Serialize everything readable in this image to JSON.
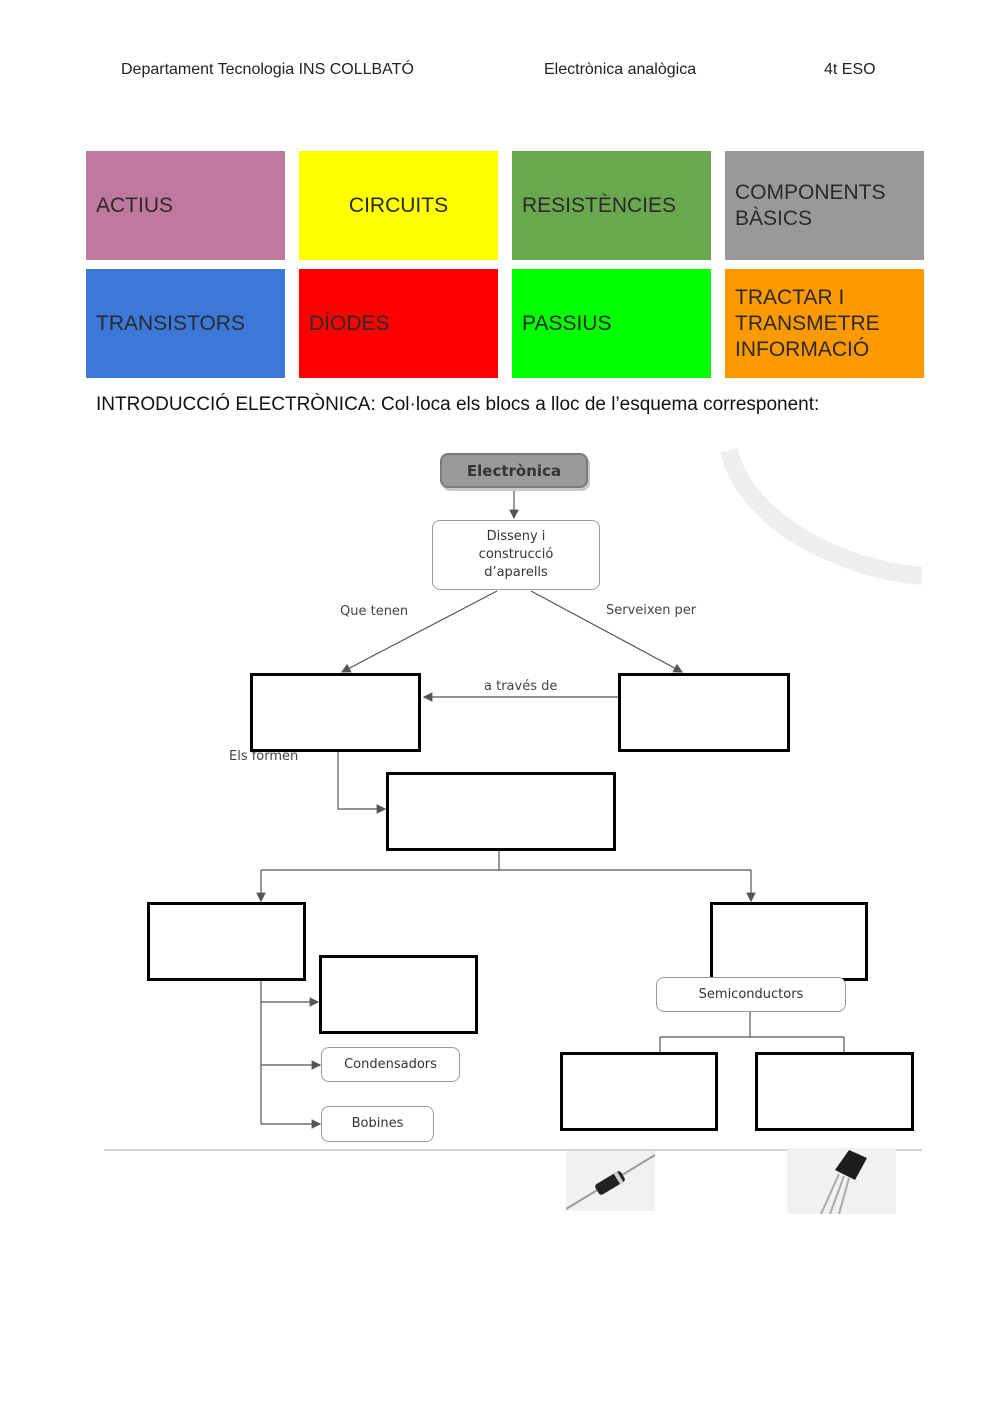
{
  "header": {
    "left": "Departament Tecnologia INS COLLBATÓ",
    "center": "Electrònica analògica",
    "right": "4t ESO"
  },
  "blocks": [
    {
      "label": "ACTIUS",
      "color": "#c0799e",
      "align": "left"
    },
    {
      "label": "CIRCUITS",
      "color": "#ffff00",
      "align": "center"
    },
    {
      "label": "RESISTÈNCIES",
      "color": "#6aa84f",
      "align": "left"
    },
    {
      "label": "COMPONENTS\nBÀSICS",
      "color": "#999999",
      "align": "left"
    },
    {
      "label": "TRANSISTORS",
      "color": "#3c78d8",
      "align": "left"
    },
    {
      "label": "DÍODES",
      "color": "#ff0000",
      "align": "left"
    },
    {
      "label": "PASSIUS",
      "color": "#00ff00",
      "align": "left"
    },
    {
      "label": "TRACTAR I\nTRANSMETRE\nINFORMACIÓ",
      "color": "#ff9900",
      "align": "left"
    }
  ],
  "instruction": "INTRODUCCIÓ ELECTRÒNICA: Col·loca els blocs a lloc de l’esquema corresponent:",
  "diagram": {
    "root": "Electrònica",
    "design": "Disseny i\nconstrucció\nd’aparells",
    "edge_left": "Que tenen",
    "edge_right": "Serveixen per",
    "edge_through": "a través de",
    "edge_formed": "Els formen",
    "capacitors": "Condensadors",
    "coils": "Bobines",
    "semiconductors": "Semiconductors"
  },
  "images": [
    {
      "name": "diode-photo"
    },
    {
      "name": "transistor-photo"
    }
  ]
}
